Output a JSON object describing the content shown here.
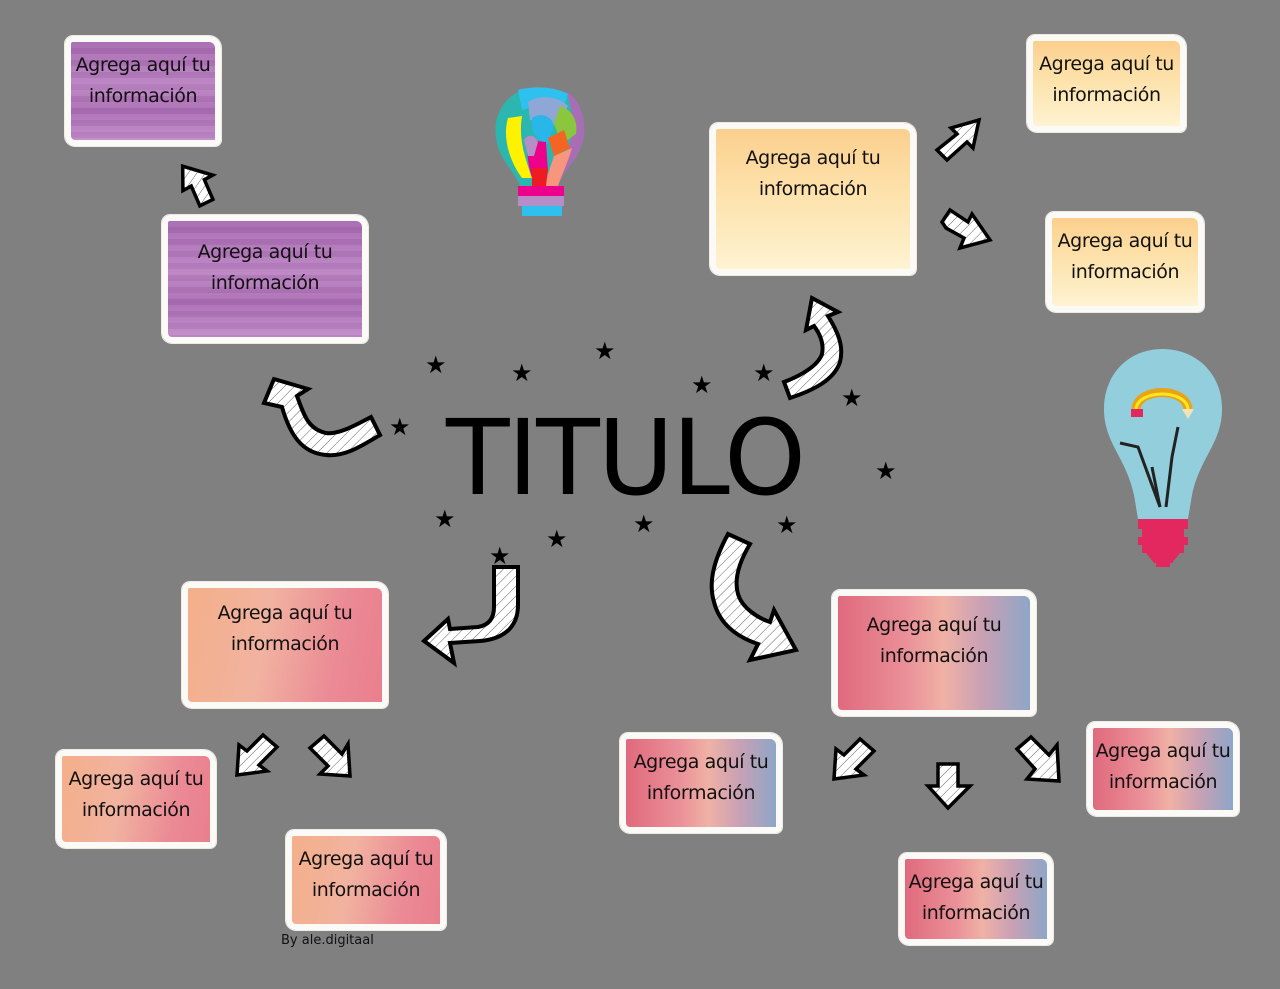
{
  "title": "TITULO",
  "credit": "By ale.digitaal",
  "placeholder_text": {
    "line1": "Agrega aquí tu",
    "line2": "información"
  },
  "colors": {
    "background": "#808080",
    "purple": "#b07ab9",
    "yellow": "#fde0a8",
    "peach": "#f1b2a0",
    "rose": "#e07a8a",
    "arrow_fill": "#ffffff",
    "arrow_stroke": "#000000"
  },
  "branches": [
    {
      "name": "top-left",
      "color": "purple",
      "boxes": [
        {
          "line1": "Agrega aquí tu",
          "line2": "información"
        },
        {
          "line1": "Agrega aquí tu",
          "line2": "información"
        }
      ]
    },
    {
      "name": "top-right",
      "color": "yellow",
      "boxes": [
        {
          "line1": "Agrega aquí tu",
          "line2": "información"
        },
        {
          "line1": "Agrega aquí tu",
          "line2": "información"
        },
        {
          "line1": "Agrega aquí tu",
          "line2": "información"
        }
      ]
    },
    {
      "name": "bottom-left",
      "color": "peach",
      "boxes": [
        {
          "line1": "Agrega aquí tu",
          "line2": "información"
        },
        {
          "line1": "Agrega aquí tu",
          "line2": "información"
        },
        {
          "line1": "Agrega aquí tu",
          "line2": "información"
        }
      ]
    },
    {
      "name": "bottom-right",
      "color": "rose",
      "boxes": [
        {
          "line1": "Agrega aquí tu",
          "line2": "información"
        },
        {
          "line1": "Agrega aquí tu",
          "line2": "información"
        },
        {
          "line1": "Agrega aquí tu",
          "line2": "información"
        },
        {
          "line1": "Agrega aquí tu",
          "line2": "información"
        }
      ]
    }
  ],
  "decorations": {
    "star_glyph": "★",
    "icons": [
      "colorful-lightbulb-icon",
      "pencil-lightbulb-icon"
    ]
  }
}
